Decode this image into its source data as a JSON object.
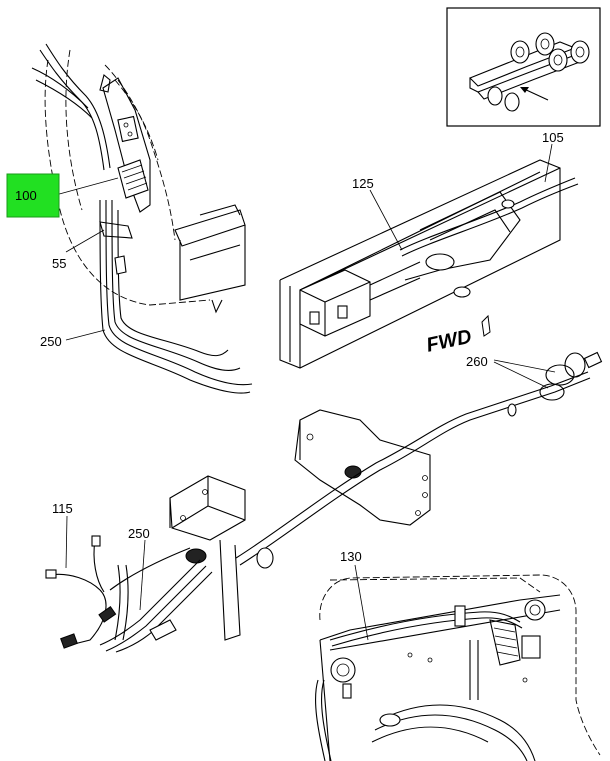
{
  "callouts": {
    "c100": "100",
    "c55": "55",
    "c250_top": "250",
    "c125": "125",
    "c105": "105",
    "fwd": "FWD",
    "c260": "260",
    "c115": "115",
    "c250_bottom": "250",
    "c130": "130"
  },
  "colors": {
    "highlight": "#22e022",
    "line": "#000000",
    "background": "#ffffff"
  }
}
